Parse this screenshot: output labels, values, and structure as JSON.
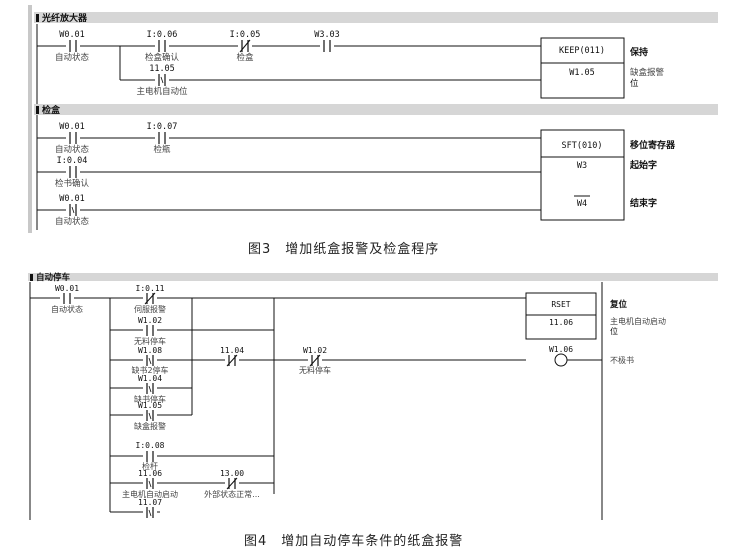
{
  "fig3": {
    "caption": "图3　增加纸盒报警及检盒程序",
    "sections": [
      {
        "title": "光纤放大器"
      },
      {
        "title": "检盒"
      }
    ],
    "contacts": [
      {
        "addr": "W0.01",
        "label": "自动状态"
      },
      {
        "addr": "I:0.06",
        "label": "检盒确认"
      },
      {
        "addr": "I:0.05",
        "label": "检盒"
      },
      {
        "addr": "W3.03",
        "label": ""
      },
      {
        "addr": "11.05",
        "label": "主电机自动位"
      },
      {
        "addr": "W0.01",
        "label": "自动状态"
      },
      {
        "addr": "I:0.07",
        "label": "检瓶"
      },
      {
        "addr": "I:0.04",
        "label": "检书确认"
      },
      {
        "addr": "W0.01",
        "label": "自动状态"
      }
    ],
    "blocks": [
      {
        "instr": "KEEP(011)",
        "operand": "W1.05",
        "comment1": "保持",
        "comment2": "缺盒报警",
        "comment3": "位"
      },
      {
        "instr": "SFT(010)",
        "operand1": "W3",
        "operand2": "W4",
        "comment1": "移位寄存器",
        "comment2": "起始字",
        "comment3": "结束字"
      }
    ]
  },
  "fig4": {
    "caption": "图4　增加自动停车条件的纸盒报警",
    "section": {
      "title": "自动停车"
    },
    "contacts": [
      {
        "addr": "W0.01",
        "label": "自动状态"
      },
      {
        "addr": "I:0.11",
        "label": "伺服报警"
      },
      {
        "addr": "W1.02",
        "label": "无料停车"
      },
      {
        "addr": "W1.08",
        "label": "缺书2停车"
      },
      {
        "addr": "W1.04",
        "label": "缺书停车"
      },
      {
        "addr": "W1.05",
        "label": "缺盒报警"
      },
      {
        "addr": "I:0.08",
        "label": "检杆"
      },
      {
        "addr": "11.06",
        "label": "主电机自动启动"
      },
      {
        "addr": "13.00",
        "label": "外部状态正常..."
      },
      {
        "addr": "11.07",
        "label": ""
      },
      {
        "addr": "11.04",
        "label": ""
      },
      {
        "addr": "W1.02",
        "label": "无料停车"
      }
    ],
    "rset": {
      "instr": "RSET",
      "operand": "11.06",
      "comment1": "复位",
      "comment2": "主电机自动启动",
      "comment3": "位"
    },
    "coil": {
      "addr": "W1.06",
      "comment": "不极书"
    }
  }
}
